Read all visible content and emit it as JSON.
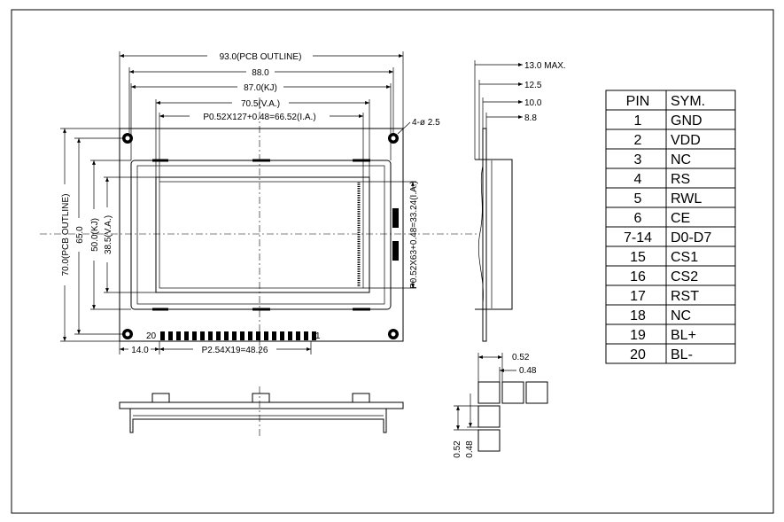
{
  "dimensions": {
    "pcb_width": "93.0(PCB OUTLINE)",
    "width_88": "88.0",
    "kj_width": "87.0(KJ)",
    "va_width": "70.5(V.A.)",
    "ia_width": "P0.52X127+0.48=66.52(I.A.)",
    "hole": "4-ø 2.5",
    "pcb_height": "70.0(PCB OUTLINE)",
    "height_65": "65.0",
    "kj_height": "50.0(KJ)",
    "va_height": "38.5(V.A.)",
    "ia_height": "P0.52X63+0.48=33.24(I.A.)",
    "pin_offset": "14.0",
    "pin_pitch": "P2.54X19=48.26",
    "pin_first": "20",
    "pin_last": "1",
    "thick_max": "13.0 MAX.",
    "thick_125": "12.5",
    "thick_10": "10.0",
    "thick_88": "8.8",
    "dot_pitch": "0.52",
    "dot_size": "0.48",
    "dot_pitch_v": "0.52",
    "dot_size_v": "0.48"
  },
  "pin_table": {
    "headers": [
      "PIN",
      "SYM."
    ],
    "rows": [
      [
        "1",
        "GND"
      ],
      [
        "2",
        "VDD"
      ],
      [
        "3",
        "NC"
      ],
      [
        "4",
        "RS"
      ],
      [
        "5",
        "RWL"
      ],
      [
        "6",
        "CE"
      ],
      [
        "7-14",
        "D0-D7"
      ],
      [
        "15",
        "CS1"
      ],
      [
        "16",
        "CS2"
      ],
      [
        "17",
        "RST"
      ],
      [
        "18",
        "NC"
      ],
      [
        "19",
        "BL+"
      ],
      [
        "20",
        "BL-"
      ]
    ]
  }
}
